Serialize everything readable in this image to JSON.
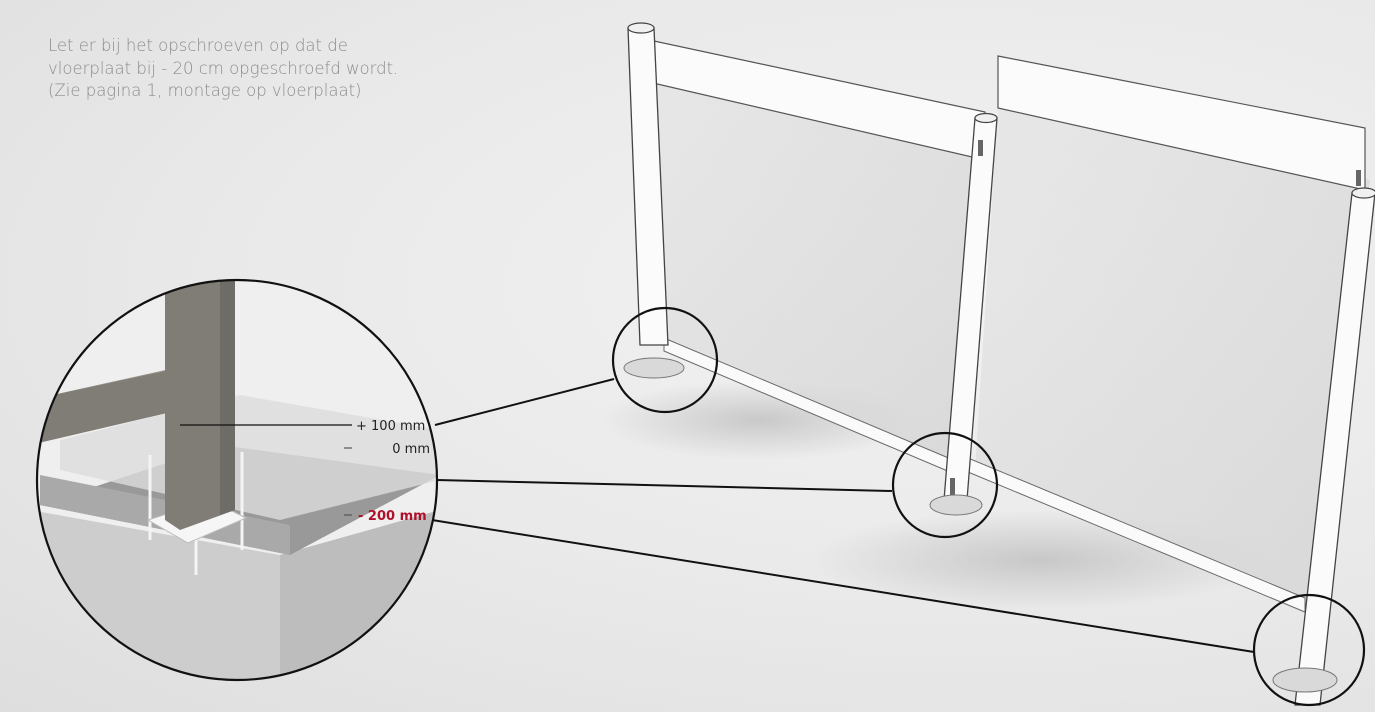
{
  "instruction": {
    "lines": [
      "Let er bij het opschroeven op dat de",
      "vloerplaat bij - 20 cm opgeschroefd wordt.",
      "(Zie pagina 1, montage op vloerplaat)"
    ]
  },
  "detail": {
    "labels": {
      "plus": "+ 100 mm",
      "zero": "0 mm",
      "minus": "- 200 mm"
    }
  },
  "colors": {
    "text": "#8c8c8c",
    "accent": "#b0102a",
    "outline": "#111111",
    "post": "#7f7d76",
    "frame": "#fafafa"
  }
}
